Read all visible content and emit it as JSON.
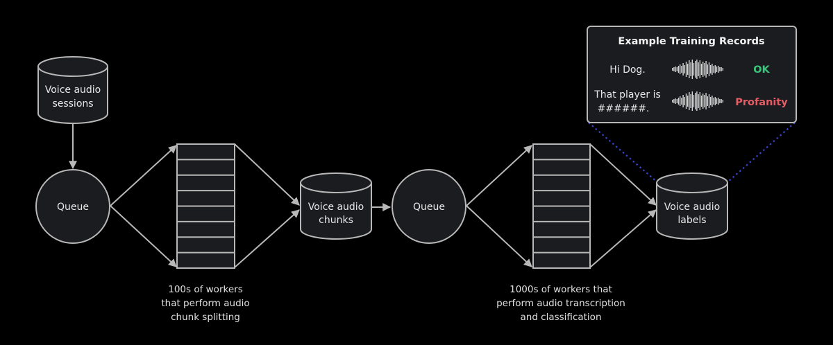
{
  "diagram": {
    "nodes": {
      "sessions_db": {
        "lines": [
          "Voice audio",
          "sessions"
        ]
      },
      "queue_1": {
        "label": "Queue"
      },
      "chunks_db": {
        "lines": [
          "Voice audio",
          "chunks"
        ]
      },
      "queue_2": {
        "label": "Queue"
      },
      "labels_db": {
        "lines": [
          "Voice audio",
          "labels"
        ]
      }
    },
    "worker_pools": [
      {
        "slots": 8,
        "caption": [
          "100s of workers",
          "that perform audio",
          "chunk splitting"
        ]
      },
      {
        "slots": 8,
        "caption": [
          "1000s of workers that",
          "perform audio transcription",
          "and classification"
        ]
      }
    ],
    "edges": [
      {
        "from": "sessions_db",
        "to": "queue_1"
      },
      {
        "from": "queue_1",
        "to": "worker_pool_1"
      },
      {
        "from": "worker_pool_1",
        "to": "chunks_db"
      },
      {
        "from": "chunks_db",
        "to": "queue_2"
      },
      {
        "from": "queue_2",
        "to": "worker_pool_2"
      },
      {
        "from": "worker_pool_2",
        "to": "labels_db"
      }
    ],
    "example_panel": {
      "title": "Example Training Records",
      "records": [
        {
          "text": [
            "Hi Dog."
          ],
          "waveform_icon": "audio-waveform-icon",
          "label": "OK",
          "label_color": "#3cc47c"
        },
        {
          "text": [
            "That player is",
            "######."
          ],
          "waveform_icon": "audio-waveform-icon",
          "label": "Profanity",
          "label_color": "#e35d66"
        }
      ],
      "callout_line_color": "#3a44c9"
    },
    "colors": {
      "background": "#000000",
      "node_fill": "#1b1c1f",
      "stroke": "#b8b8b8"
    }
  }
}
